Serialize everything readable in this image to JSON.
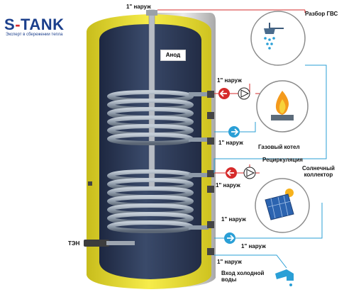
{
  "logo": {
    "brand_prefix": "S",
    "brand_dash": "-",
    "brand_suffix": "TANK",
    "tagline": "Эксперт в сбережении тепла"
  },
  "labels": {
    "top_connection": "1\" наруж",
    "anode": "Анод",
    "coil1_out": "1\" наруж",
    "coil1_in": "1\" наруж",
    "recirculation": "Рециркуляция",
    "coil2_out": "1\" наруж",
    "coil2_in": "1\" наруж",
    "heater": "ТЭН",
    "bottom_out": "1\" наруж",
    "bottom_in": "1\" наруж"
  },
  "devices": {
    "dhw": "Разбор ГВС",
    "gas_boiler": "Газовый котел",
    "solar_line1": "Солнечный",
    "solar_line2": "коллектор",
    "cold_water_line1": "Вход холодной",
    "cold_water_line2": "воды"
  },
  "icons": [
    "shower-icon",
    "gas-flame-icon",
    "solar-panel-icon",
    "faucet-icon",
    "pump-icon",
    "arrow-left-icon",
    "arrow-right-icon"
  ],
  "colors": {
    "hot_line": "#d62b2b",
    "cold_line": "#2a9fd6",
    "jacket": "#f0e43c",
    "inner": "#2c3a57",
    "coil": "#8a97a6",
    "brand": "#1b3f8c"
  }
}
